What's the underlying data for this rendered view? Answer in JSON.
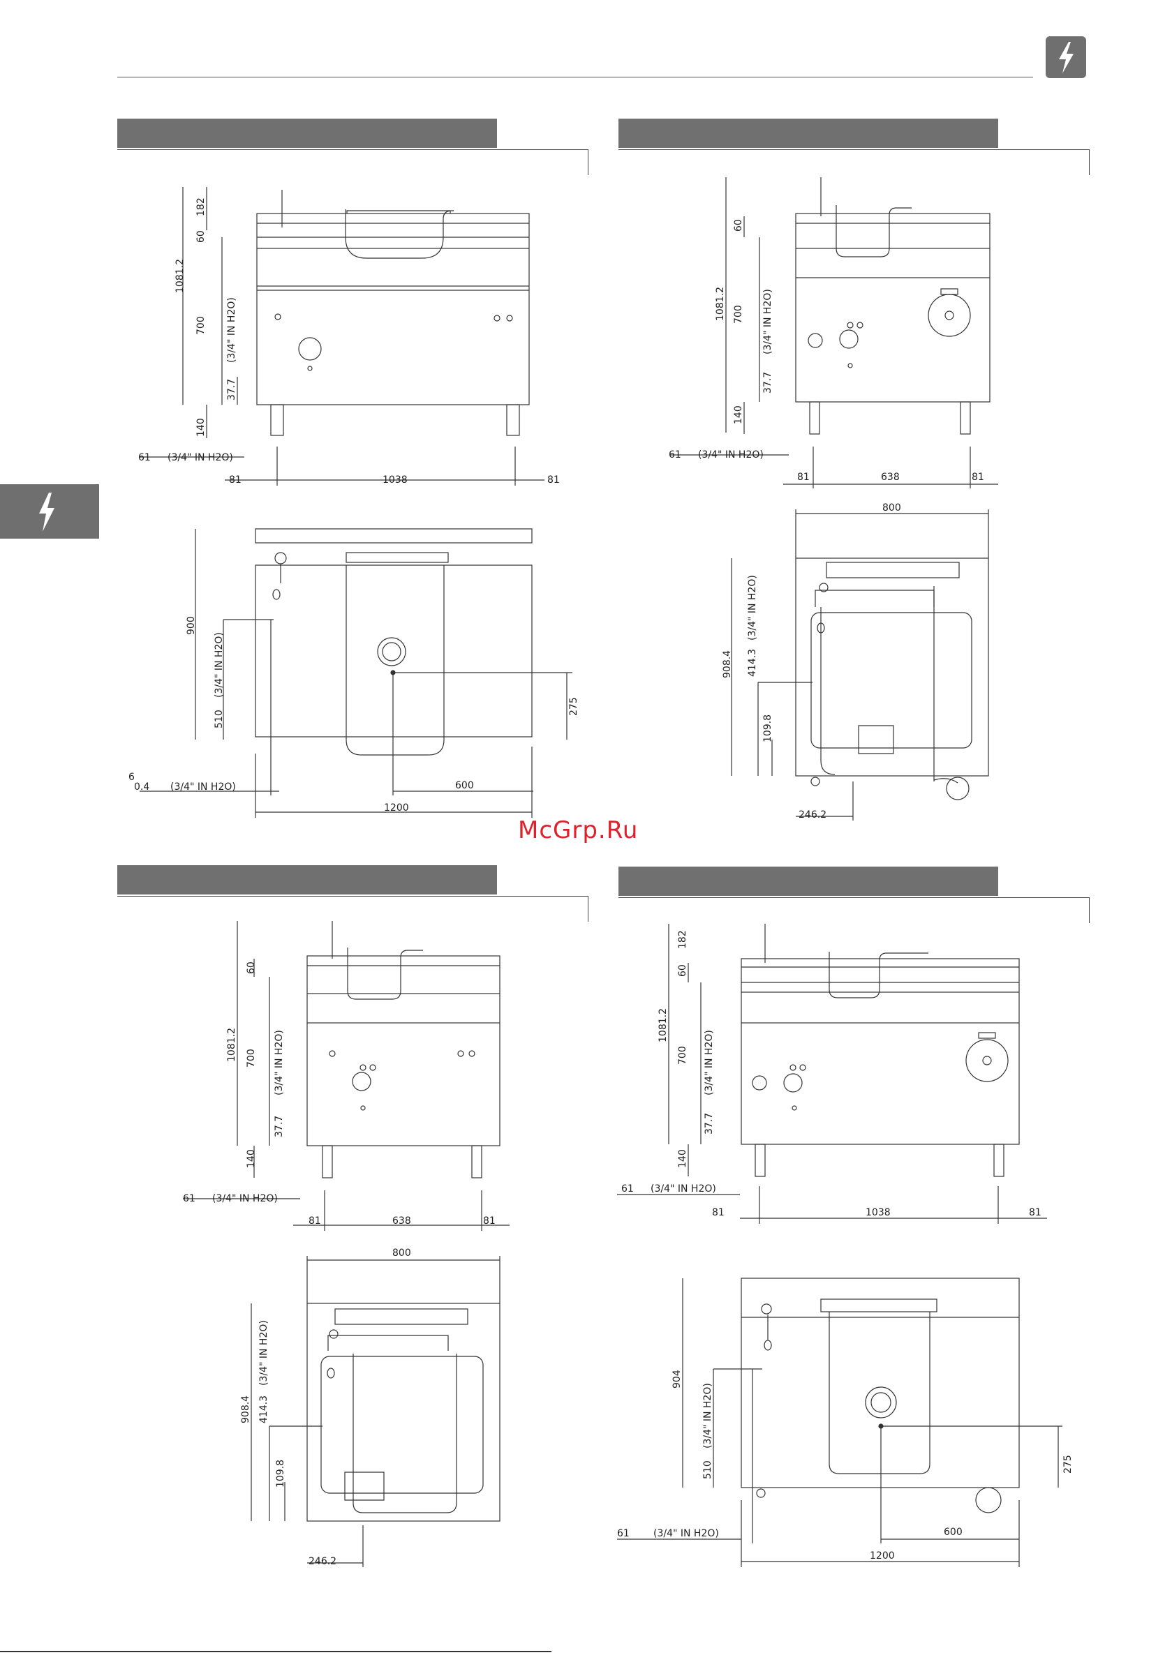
{
  "watermark": "McGrp.Ru",
  "icons": {
    "badge": "electric-bolt-icon",
    "side_tab": "electric-bolt-icon"
  },
  "panels": [
    {
      "front": {
        "h_total": "1081.2",
        "h_top": "182",
        "h_lid": "60",
        "h_body": "700",
        "h_outlet": "37.7",
        "h_feet": "140",
        "water": "61",
        "water_spec": "(3/4\" IN H2O)",
        "outlet_spec": "(3/4\" IN H2O)",
        "w_side_l": "81",
        "w_mid": "1038",
        "w_side_r": "81"
      },
      "top": {
        "depth": "900",
        "water_y": "510",
        "water_spec": "(3/4\" IN H2O)",
        "elec_y": "275",
        "inlet_a": "6",
        "inlet_b": "0.4",
        "inlet_spec": "(3/4\" IN H2O)",
        "elec_x": "600",
        "width": "1200"
      }
    },
    {
      "front": {
        "h_total": "1081.2",
        "h_lid": "60",
        "h_body": "700",
        "h_outlet": "37.7",
        "h_feet": "140",
        "water": "61",
        "water_spec": "(3/4\" IN H2O)",
        "outlet_spec": "(3/4\" IN H2O)",
        "w_side_l": "81",
        "w_mid": "638",
        "w_side_r": "81"
      },
      "top": {
        "width": "800",
        "depth": "908.4",
        "water_y": "414.3",
        "water_spec": "(3/4\" IN H2O)",
        "elec_y": "109.8",
        "elec_x": "246.2"
      }
    },
    {
      "front": {
        "h_total": "1081.2",
        "h_lid": "60",
        "h_body": "700",
        "h_outlet": "37.7",
        "h_feet": "140",
        "water": "61",
        "water_spec": "(3/4\" IN H2O)",
        "outlet_spec": "(3/4\" IN H2O)",
        "w_side_l": "81",
        "w_mid": "638",
        "w_side_r": "81"
      },
      "top": {
        "width": "800",
        "depth": "908.4",
        "water_y": "414.3",
        "water_spec": "(3/4\" IN H2O)",
        "elec_y": "109.8",
        "elec_x": "246.2"
      }
    },
    {
      "front": {
        "h_total": "1081.2",
        "h_top": "182",
        "h_lid": "60",
        "h_body": "700",
        "h_outlet": "37.7",
        "h_feet": "140",
        "water": "61",
        "water_spec": "(3/4\" IN H2O)",
        "outlet_spec": "(3/4\" IN H2O)",
        "w_side_l": "81",
        "w_mid": "1038",
        "w_side_r": "81"
      },
      "top": {
        "depth": "904",
        "water_y": "510",
        "water_spec": "(3/4\" IN H2O)",
        "elec_y": "275",
        "inlet": "61",
        "inlet_spec": "(3/4\" IN H2O)",
        "elec_x": "600",
        "width": "1200"
      }
    }
  ]
}
